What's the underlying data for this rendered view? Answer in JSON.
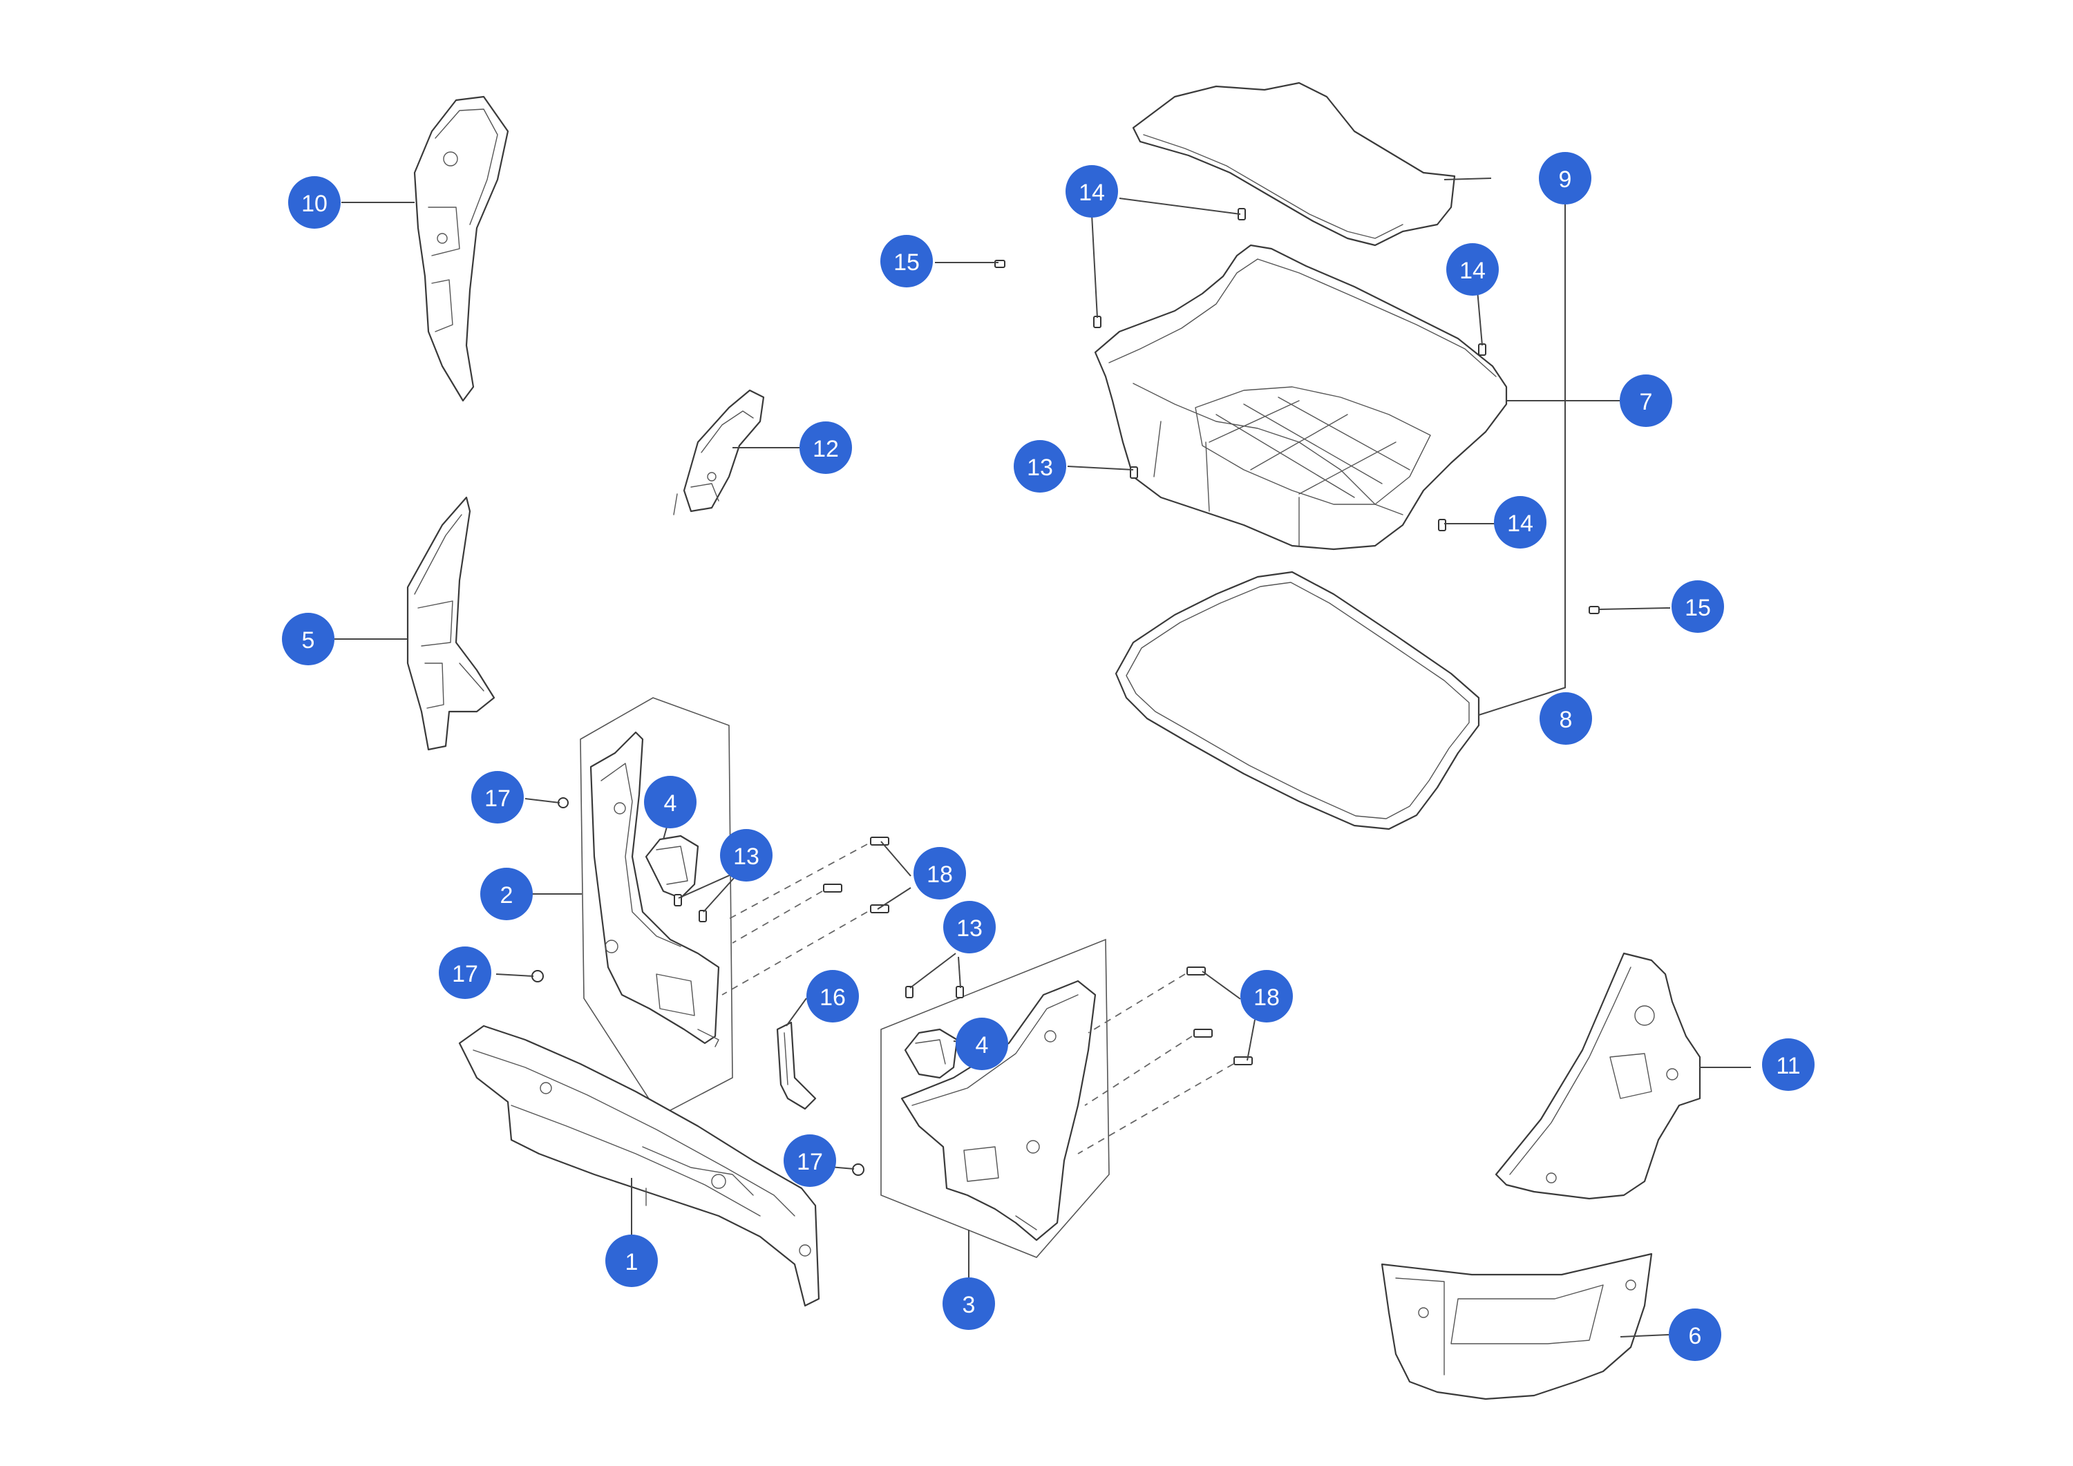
{
  "colors": {
    "callout_fill": "#2f66d6",
    "callout_text": "#ffffff",
    "line": "#3a3a3a",
    "background": "#ffffff"
  },
  "callouts": [
    {
      "id": "c1",
      "label": "1"
    },
    {
      "id": "c2",
      "label": "2"
    },
    {
      "id": "c3",
      "label": "3"
    },
    {
      "id": "c4a",
      "label": "4"
    },
    {
      "id": "c4b",
      "label": "4"
    },
    {
      "id": "c5",
      "label": "5"
    },
    {
      "id": "c6",
      "label": "6"
    },
    {
      "id": "c7",
      "label": "7"
    },
    {
      "id": "c8",
      "label": "8"
    },
    {
      "id": "c9",
      "label": "9"
    },
    {
      "id": "c10",
      "label": "10"
    },
    {
      "id": "c11",
      "label": "11"
    },
    {
      "id": "c12",
      "label": "12"
    },
    {
      "id": "c13a",
      "label": "13"
    },
    {
      "id": "c13b",
      "label": "13"
    },
    {
      "id": "c13c",
      "label": "13"
    },
    {
      "id": "c14a",
      "label": "14"
    },
    {
      "id": "c14b",
      "label": "14"
    },
    {
      "id": "c14c",
      "label": "14"
    },
    {
      "id": "c15a",
      "label": "15"
    },
    {
      "id": "c15b",
      "label": "15"
    },
    {
      "id": "c16",
      "label": "16"
    },
    {
      "id": "c17a",
      "label": "17"
    },
    {
      "id": "c17b",
      "label": "17"
    },
    {
      "id": "c17c",
      "label": "17"
    },
    {
      "id": "c18a",
      "label": "18"
    },
    {
      "id": "c18b",
      "label": "18"
    }
  ]
}
